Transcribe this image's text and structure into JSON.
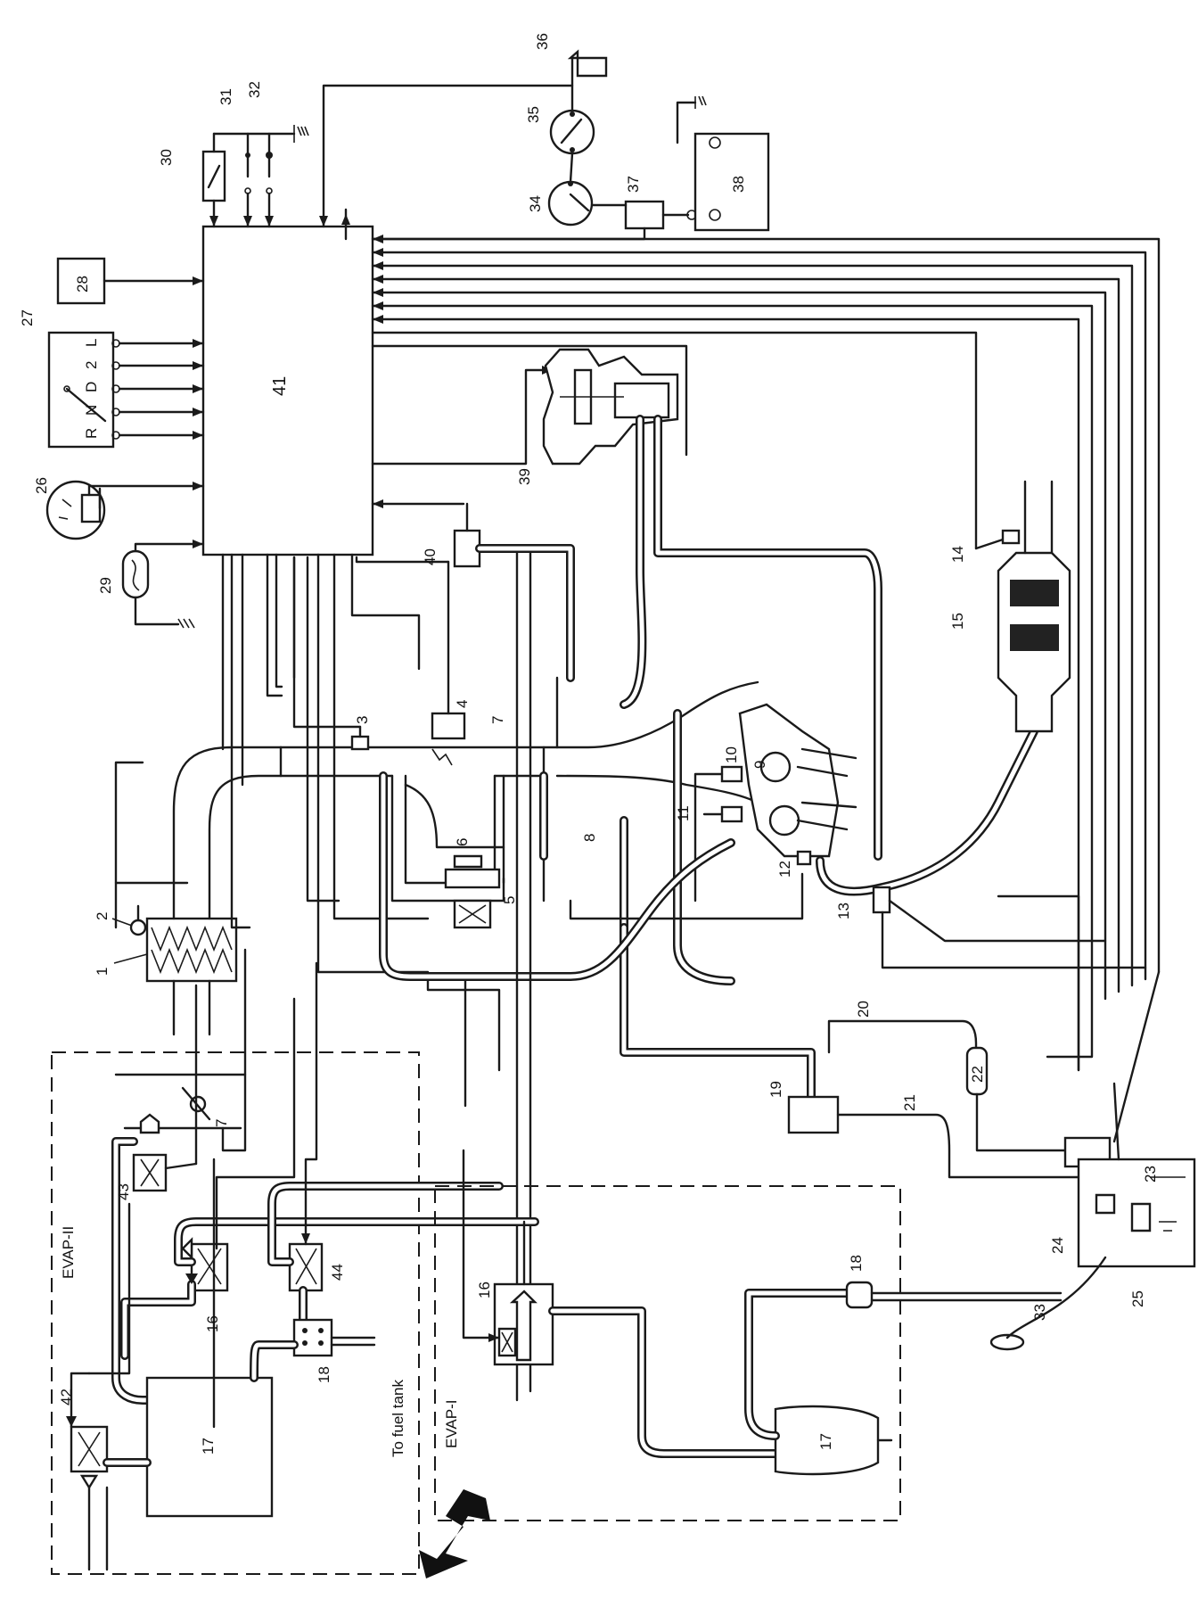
{
  "diagram": {
    "colors": {
      "line": "#1a1a1a",
      "background": "#ffffff"
    },
    "center_unit_label": "41",
    "selector_letters": [
      "R",
      "N",
      "D",
      "2",
      "L"
    ],
    "section_labels": {
      "evap1": "EVAP-I",
      "evap2": "EVAP-II",
      "fuel_tank": "To fuel tank"
    },
    "callouts": [
      "1",
      "2",
      "3",
      "4",
      "5",
      "6",
      "7",
      "7",
      "8",
      "9",
      "10",
      "11",
      "12",
      "13",
      "14",
      "15",
      "16",
      "16",
      "17",
      "17",
      "18",
      "18",
      "19",
      "20",
      "21",
      "22",
      "23",
      "24",
      "25",
      "26",
      "27",
      "28",
      "29",
      "30",
      "31",
      "32",
      "33",
      "34",
      "35",
      "36",
      "37",
      "38",
      "39",
      "40",
      "42",
      "43",
      "44"
    ]
  }
}
